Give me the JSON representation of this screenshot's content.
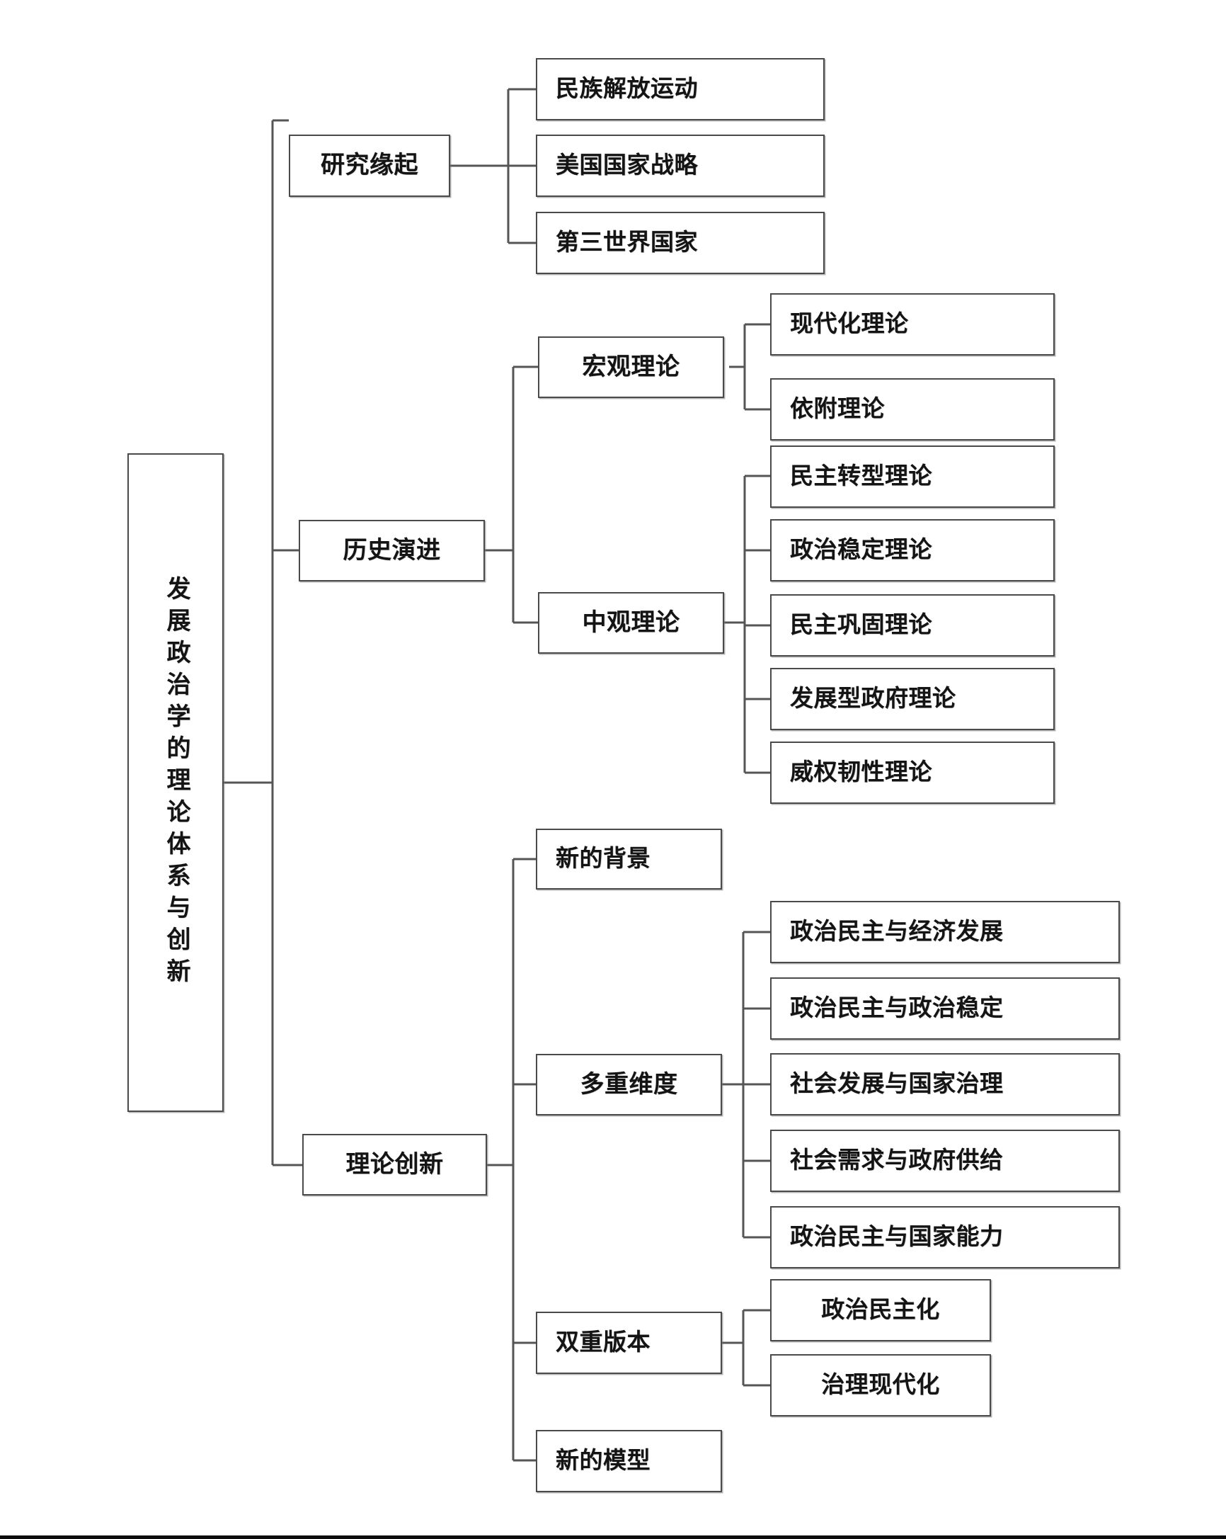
{
  "diagram": {
    "title": "发展政治学的理论体系与创新",
    "type": "tree",
    "root": {
      "label": "发展政治学的理论体系与创新"
    },
    "branches": [
      {
        "label": "研究缘起",
        "children": [
          {
            "label": "民族解放运动"
          },
          {
            "label": "美国国家战略"
          },
          {
            "label": "第三世界国家"
          }
        ]
      },
      {
        "label": "历史演进",
        "groups": [
          {
            "label": "宏观理论",
            "children": [
              {
                "label": "现代化理论"
              },
              {
                "label": "依附理论"
              }
            ]
          },
          {
            "label": "中观理论",
            "children": [
              {
                "label": "民主转型理论"
              },
              {
                "label": "政治稳定理论"
              },
              {
                "label": "民主巩固理论"
              },
              {
                "label": "发展型政府理论"
              },
              {
                "label": "威权韧性理论"
              }
            ]
          }
        ]
      },
      {
        "label": "理论创新",
        "groups": [
          {
            "label": "新的背景",
            "children": []
          },
          {
            "label": "多重维度",
            "children": [
              {
                "label": "政治民主与经济发展"
              },
              {
                "label": "政治民主与政治稳定"
              },
              {
                "label": "社会发展与国家治理"
              },
              {
                "label": "社会需求与政府供给"
              },
              {
                "label": "政治民主与国家能力"
              }
            ]
          },
          {
            "label": "双重版本",
            "children": [
              {
                "label": "政治民主化"
              },
              {
                "label": "治理现代化"
              }
            ]
          },
          {
            "label": "新的模型",
            "children": []
          }
        ]
      }
    ],
    "colors": {
      "box_border": "#4a4a4a",
      "connector": "#555555",
      "text": "#141414",
      "background": "#ffffff",
      "footer_rule": "#0b0b0b"
    }
  },
  "nodes": {
    "root": "发展政治学的理论体系与创新",
    "b1": "研究缘起",
    "b1c1": "民族解放运动",
    "b1c2": "美国国家战略",
    "b1c3": "第三世界国家",
    "b2": "历史演进",
    "b2g1": "宏观理论",
    "b2g1c1": "现代化理论",
    "b2g1c2": "依附理论",
    "b2g2": "中观理论",
    "b2g2c1": "民主转型理论",
    "b2g2c2": "政治稳定理论",
    "b2g2c3": "民主巩固理论",
    "b2g2c4": "发展型政府理论",
    "b2g2c5": "威权韧性理论",
    "b3": "理论创新",
    "b3g1": "新的背景",
    "b3g2": "多重维度",
    "b3g2c1": "政治民主与经济发展",
    "b3g2c2": "政治民主与政治稳定",
    "b3g2c3": "社会发展与国家治理",
    "b3g2c4": "社会需求与政府供给",
    "b3g2c5": "政治民主与国家能力",
    "b3g3": "双重版本",
    "b3g3c1": "政治民主化",
    "b3g3c2": "治理现代化",
    "b3g4": "新的模型"
  }
}
